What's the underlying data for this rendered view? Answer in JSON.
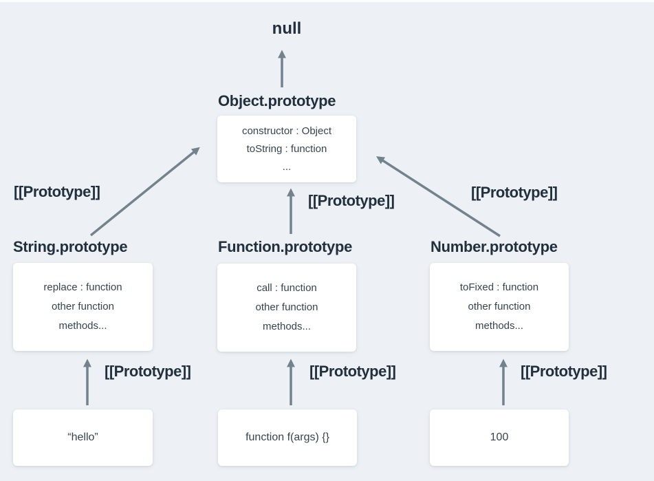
{
  "colors": {
    "background": "#edf1f5",
    "box_background": "#ffffff",
    "text": "#22303d",
    "box_text": "#35444f",
    "arrow": "#72838e"
  },
  "null_label": "null",
  "prototype_label": "[[Prototype]]",
  "object_prototype": {
    "title": "Object.prototype",
    "lines": [
      "constructor : Object",
      "toString : function",
      "..."
    ]
  },
  "string_prototype": {
    "title": "String.prototype",
    "lines": [
      "replace : function",
      "other function",
      "methods..."
    ]
  },
  "function_prototype": {
    "title": "Function.prototype",
    "lines": [
      "call : function",
      "other function",
      "methods..."
    ]
  },
  "number_prototype": {
    "title": "Number.prototype",
    "lines": [
      "toFixed : function",
      "other function",
      "methods..."
    ]
  },
  "values": {
    "string": "“hello”",
    "function": "function f(args) {}",
    "number": "100"
  }
}
